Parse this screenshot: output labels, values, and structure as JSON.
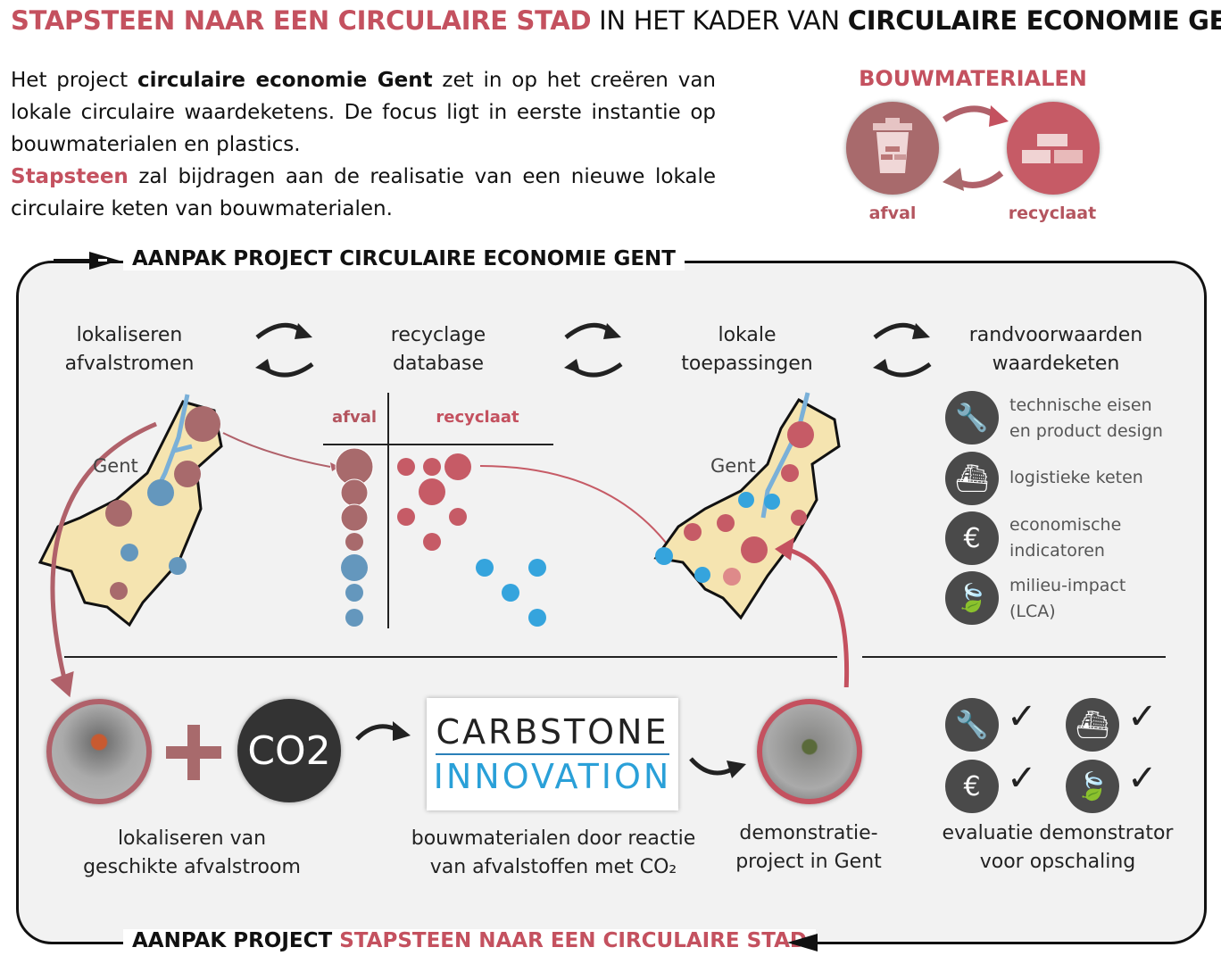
{
  "title": {
    "part1": "STAPSTEEN NAAR EEN CIRCULAIRE STAD",
    "part2": " IN HET KADER VAN ",
    "part3": "CIRCULAIRE ECONOMIE GENT"
  },
  "intro": {
    "t1": "Het project ",
    "t2": "circulaire economie Gent",
    "t3": " zet in op het creëren van lokale circulaire waardeketens. De focus ligt in eerste instantie op bouwmaterialen en plastics.",
    "t4": "Stapsteen",
    "t5": " zal bijdragen aan de realisatie van een nieuwe lokale circulaire keten van bouwmaterialen."
  },
  "bouw": {
    "title": "BOUWMATERIALEN",
    "afval": "afval",
    "recyclaat": "recyclaat"
  },
  "top_section": "AANPAK PROJECT CIRCULAIRE ECONOMIE GENT",
  "bottom_section": {
    "a": "AANPAK PROJECT ",
    "b": "STAPSTEEN NAAR EEN CIRCULAIRE STAD"
  },
  "steps": [
    {
      "l1": "lokaliseren",
      "l2": "afvalstromen"
    },
    {
      "l1": "recyclage",
      "l2": "database"
    },
    {
      "l1": "lokale",
      "l2": "toepassingen"
    },
    {
      "l1": "randvoorwaarden",
      "l2": "waardeketen"
    }
  ],
  "map_label": "Gent",
  "database": {
    "afval": "afval",
    "recyclaat": "recyclaat"
  },
  "requirements": [
    {
      "icon": "wrench-icon",
      "l1": "technische eisen",
      "l2": "en product design"
    },
    {
      "icon": "ship-icon",
      "l1": "logistieke keten",
      "l2": ""
    },
    {
      "icon": "euro-icon",
      "l1": "economische",
      "l2": "indicatoren"
    },
    {
      "icon": "leaf-icon",
      "l1": "milieu-impact",
      "l2": "(LCA)"
    }
  ],
  "bottom": {
    "co2": "CO2",
    "logo_top": "CARBSTONE",
    "logo_bottom": "INNOVATION",
    "cap1": {
      "l1": "lokaliseren van",
      "l2": "geschikte afvalstroom"
    },
    "cap2": {
      "l1": "bouwmaterialen door reactie",
      "l2": "van afvalstoffen met CO₂"
    },
    "cap3": {
      "l1": "demonstratie-",
      "l2": "project in Gent"
    },
    "cap4": {
      "l1": "evaluatie demonstrator",
      "l2": "voor opschaling"
    }
  },
  "colors": {
    "accent": "#c4515f",
    "afval": "#a86a6c",
    "recyclaat": "#c65b66",
    "blue_afval": "#6497bd",
    "blue_recyclaat": "#35a4dd"
  }
}
